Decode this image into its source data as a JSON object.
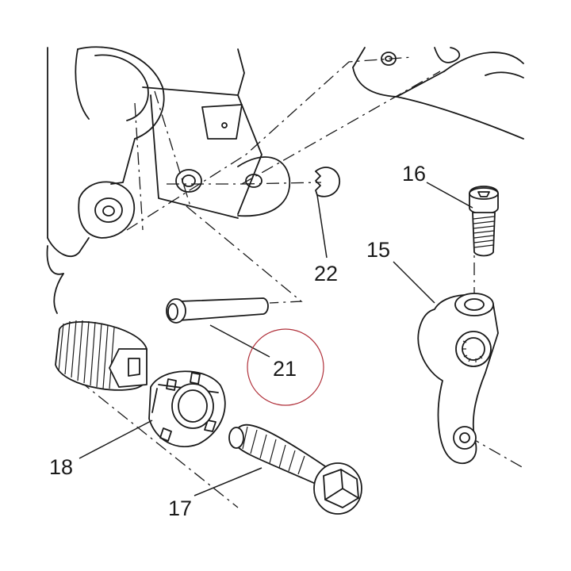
{
  "diagram": {
    "parts": [
      {
        "id": "p15",
        "label": "15"
      },
      {
        "id": "p16",
        "label": "16"
      },
      {
        "id": "p17",
        "label": "17"
      },
      {
        "id": "p18",
        "label": "18"
      },
      {
        "id": "p21",
        "label": "21"
      },
      {
        "id": "p22",
        "label": "22"
      }
    ],
    "highlight_color": "#b0303a"
  }
}
